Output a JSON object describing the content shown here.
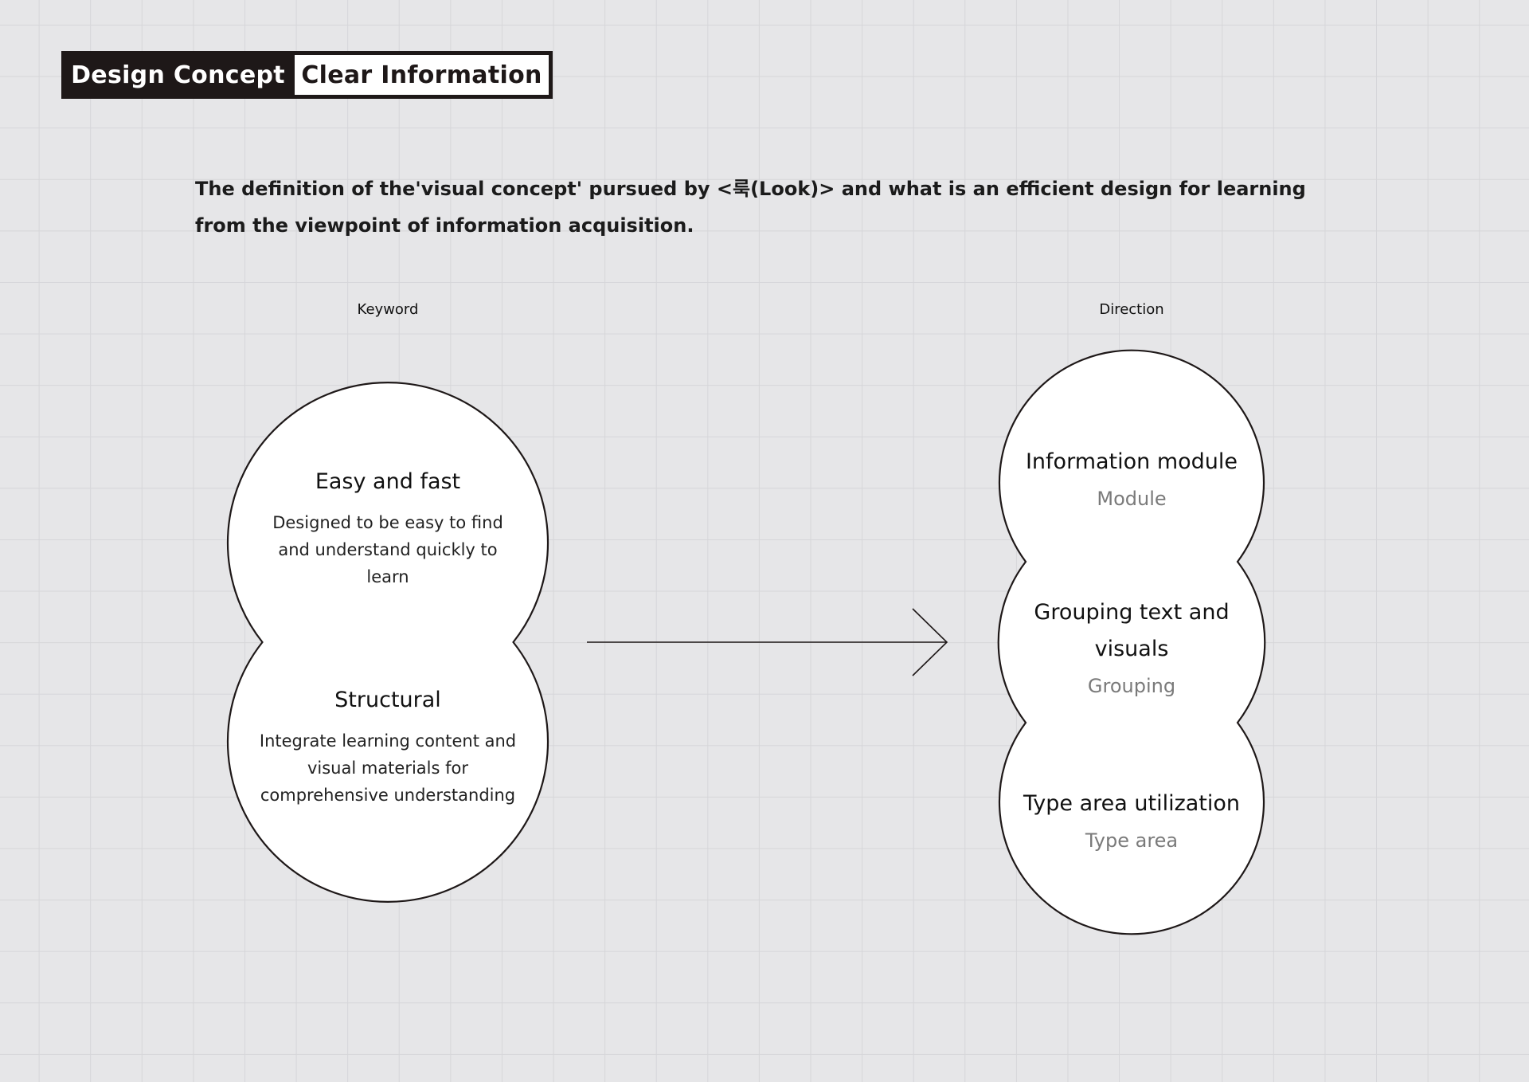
{
  "header": {
    "label": "Design Concept",
    "title": "Clear Information"
  },
  "intro": "The definition of the'visual concept' pursued by <룩(Look)> and what is an efficient design for learning from the viewpoint of information acquisition.",
  "keyword": {
    "label": "Keyword",
    "items": [
      {
        "title": "Easy and fast",
        "description": "Designed to be easy to find and understand quickly to learn"
      },
      {
        "title": "Structural",
        "description": "Integrate learning content and visual materials for comprehensive understanding"
      }
    ]
  },
  "direction": {
    "label": "Direction",
    "items": [
      {
        "title": "Information module",
        "subtitle": "Module"
      },
      {
        "title": "Grouping text and visuals",
        "subtitle": "Grouping"
      },
      {
        "title": "Type area utilization",
        "subtitle": "Type area"
      }
    ]
  },
  "colors": {
    "background": "#e6e6e8",
    "ink": "#1e1818",
    "bubble_fill": "#ffffff",
    "subtitle": "#7a7a7a"
  }
}
